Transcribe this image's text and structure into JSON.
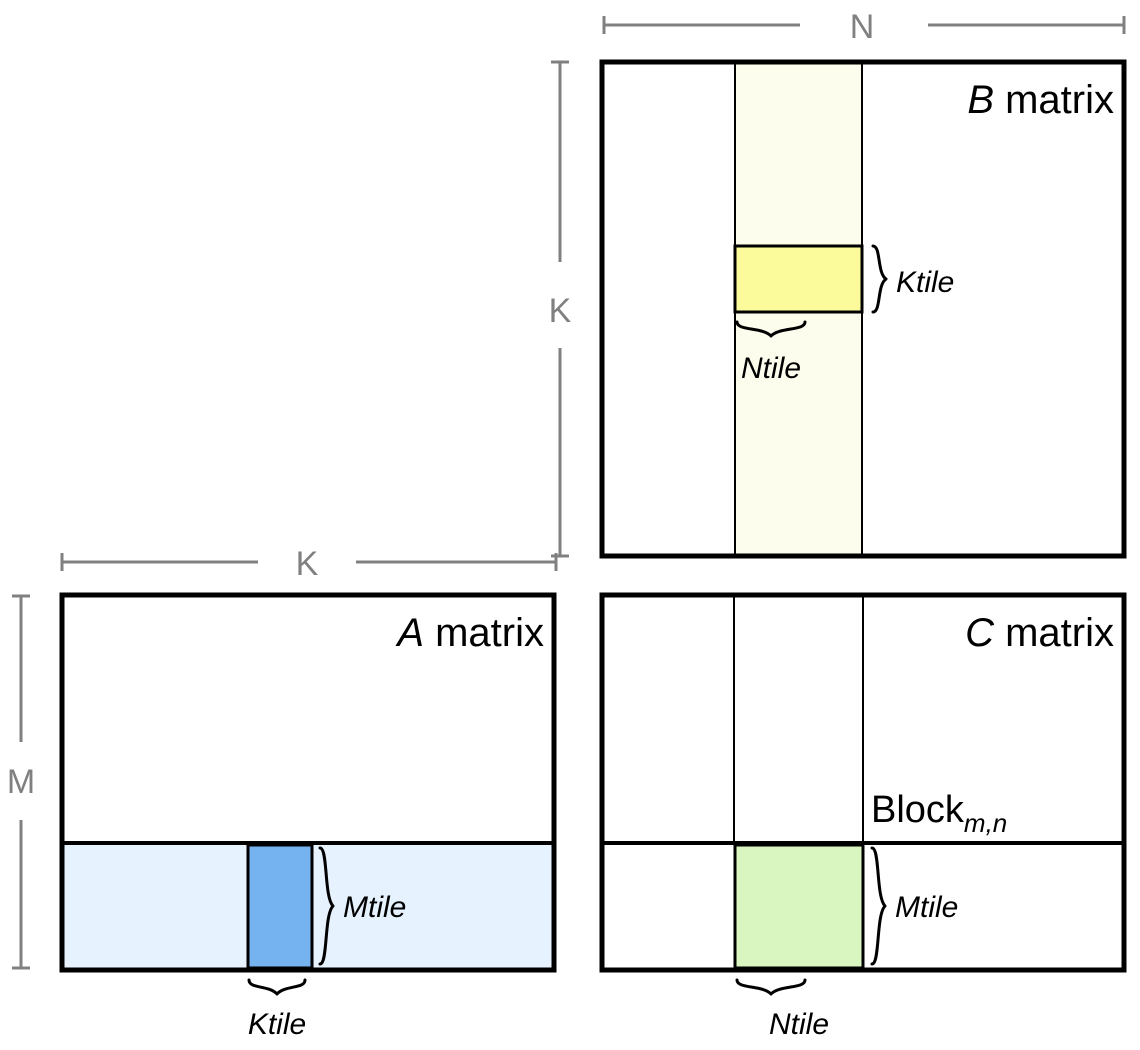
{
  "diagram": {
    "title": "Tiled matrix multiplication blocking diagram",
    "background": "#ffffff"
  },
  "dimensions": {
    "n_label": "N",
    "k_label_b": "K",
    "k_label_a": "K",
    "m_label": "M",
    "dim_color": "#808080"
  },
  "matrices": {
    "a": {
      "title_italic": "A",
      "title_rest": " matrix",
      "band_color": "#e6f2fd",
      "tile_color": "#74b2f0",
      "outline_color": "#000000",
      "mtile_label": "Mtile",
      "ktile_label": "Ktile"
    },
    "b": {
      "title_italic": "B",
      "title_rest": " matrix",
      "band_color": "#fdfdee",
      "tile_color": "#fbfb9c",
      "outline_color": "#000000",
      "ktile_label": "Ktile",
      "ntile_label": "Ntile"
    },
    "c": {
      "title_italic": "C",
      "title_rest": " matrix",
      "tile_color": "#d9f5c0",
      "outline_color": "#000000",
      "block_label_main": "Block",
      "block_label_sub": "m,n",
      "mtile_label": "Mtile",
      "ntile_label": "Ntile"
    }
  }
}
